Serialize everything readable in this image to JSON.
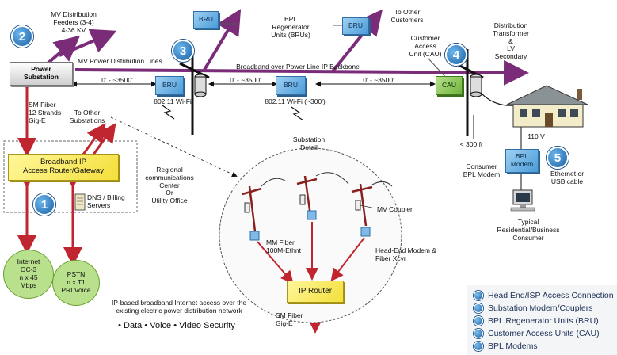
{
  "colors": {
    "mv_line": "#7a2c78",
    "red_arrow": "#c0262f",
    "bru_blue": "#4a9bd8",
    "cau_green": "#6fb33c",
    "gateway_yellow": "#f4df3a",
    "number_blue": "#1a5fa3"
  },
  "labels": {
    "mv_feeders": "MV Distribution\nFeeders (3-4)\n4-36 KV",
    "power_substation": "Power\nSubstation",
    "mv_lines": "MV Power Distribution Lines",
    "bpl_regen": "BPL\nRegenerator\nUnits (BRUs)",
    "to_other_customers": "To Other\nCustomers",
    "backbone": "Broadband over Power Line IP Backbone",
    "cau_label": "Customer\nAccess\nUnit (CAU)",
    "dist_transformer": "Distribution\nTransformer\n&\nLV\nSecondary",
    "span1": "0' - ~3500'",
    "span2": "0' - ~3500'",
    "span3": "0' - ~3500'",
    "wifi1": "802.11 Wi-Fi",
    "wifi2": "802.11 Wi-Fi (~300')",
    "sm_fiber_top": "SM Fiber\n12 Strands\nGig-E",
    "to_other_substations": "To Other\nSubstations",
    "substation_detail": "Substation\nDetail",
    "lt300": "< 300 ft",
    "v110": "110 V",
    "gateway": "Broadband IP\nAccess Router/Gateway",
    "dns": "DNS / Billing\nServers",
    "regional": "Regional\ncommunications\nCenter\nOr\nUtility Office",
    "mv_coupler": "MV Coupler",
    "mm_fiber": "MM Fiber\n100M-Ethnt",
    "headend": "Head-End Modem &\nFiber Xcvr",
    "consumer_bpl": "Consumer\nBPL Modem",
    "bpl_modem": "BPL\nModem",
    "ethernet": "Ethernet or\nUSB cable",
    "typical": "Typical\nResidential/Business\nConsumer",
    "internet": "Internet\nOC-3\nn x 45\nMbps",
    "pstn": "PSTN\nn x T1\nPRI Voice",
    "ip_router": "IP Router",
    "sm_fiber_bottom": "SM Fiber\nGig-E",
    "caption": "IP-based broadband Internet access over the\nexisting electric power distribution network",
    "services": "• Data   • Voice   • Video Security",
    "bru": "BRU",
    "cau": "CAU"
  },
  "numbers": [
    "2",
    "3",
    "4",
    "5",
    "1"
  ],
  "legend": [
    {
      "text": "Head End/ISP Access Connection",
      "icon": "bullet-icon"
    },
    {
      "text": "Substation Modem/Couplers",
      "icon": "bullet-icon"
    },
    {
      "text": "BPL Regenerator Units (BRU)",
      "icon": "bullet-icon"
    },
    {
      "text": "Customer Access Units (CAU)",
      "icon": "bullet-icon"
    },
    {
      "text": "BPL Modems",
      "icon": "bullet-icon"
    }
  ]
}
